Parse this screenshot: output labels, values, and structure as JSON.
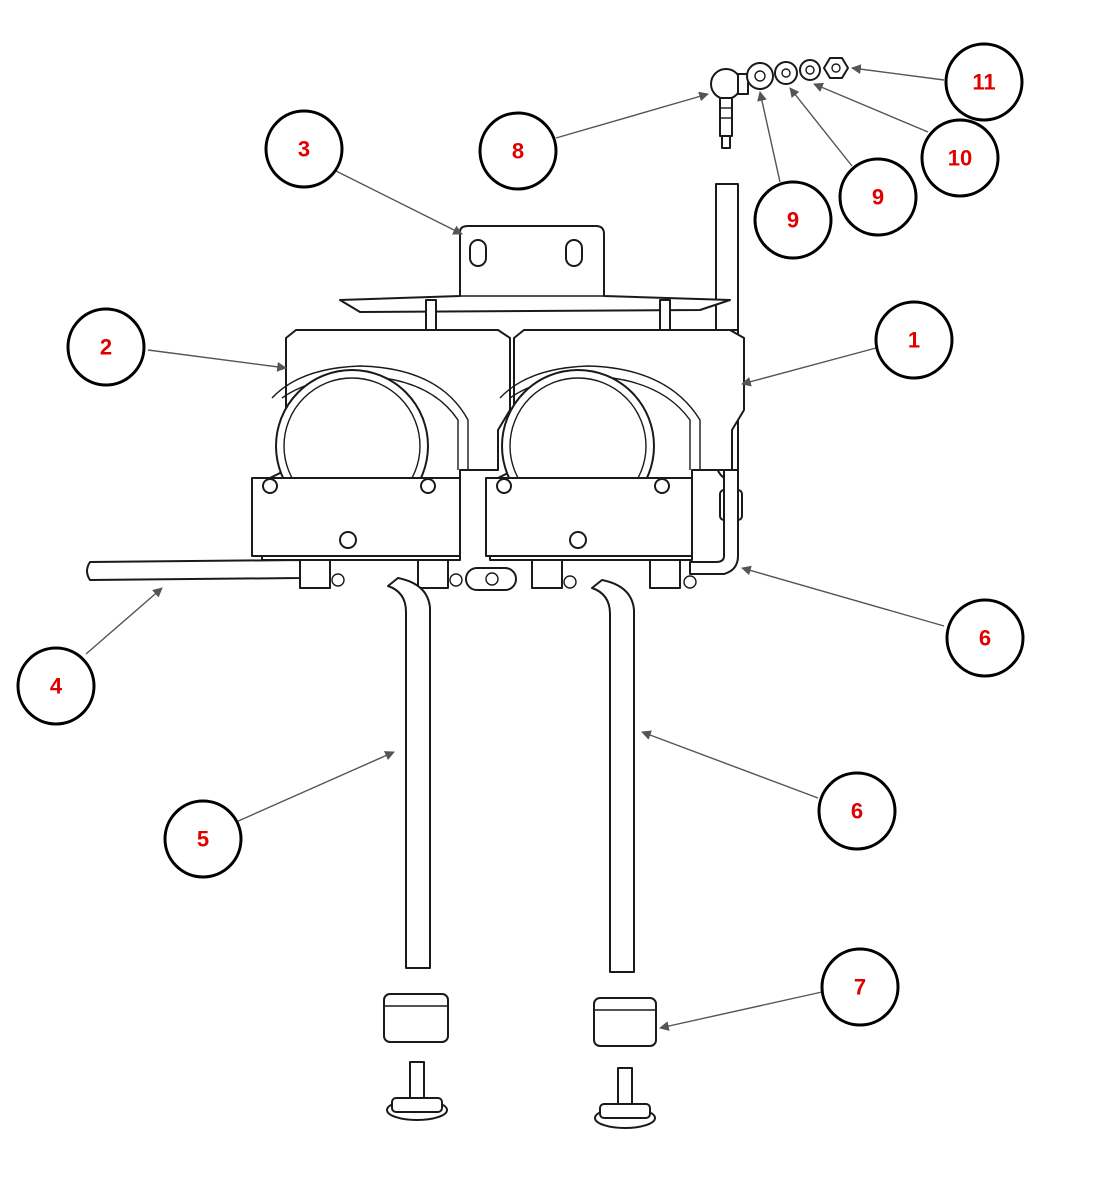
{
  "callout_color": "#e00000",
  "callouts": [
    {
      "label": "1"
    },
    {
      "label": "2"
    },
    {
      "label": "3"
    },
    {
      "label": "4"
    },
    {
      "label": "5"
    },
    {
      "label": "6"
    },
    {
      "label": "6"
    },
    {
      "label": "7"
    },
    {
      "label": "8"
    },
    {
      "label": "9"
    },
    {
      "label": "9"
    },
    {
      "label": "10"
    },
    {
      "label": "11"
    }
  ]
}
